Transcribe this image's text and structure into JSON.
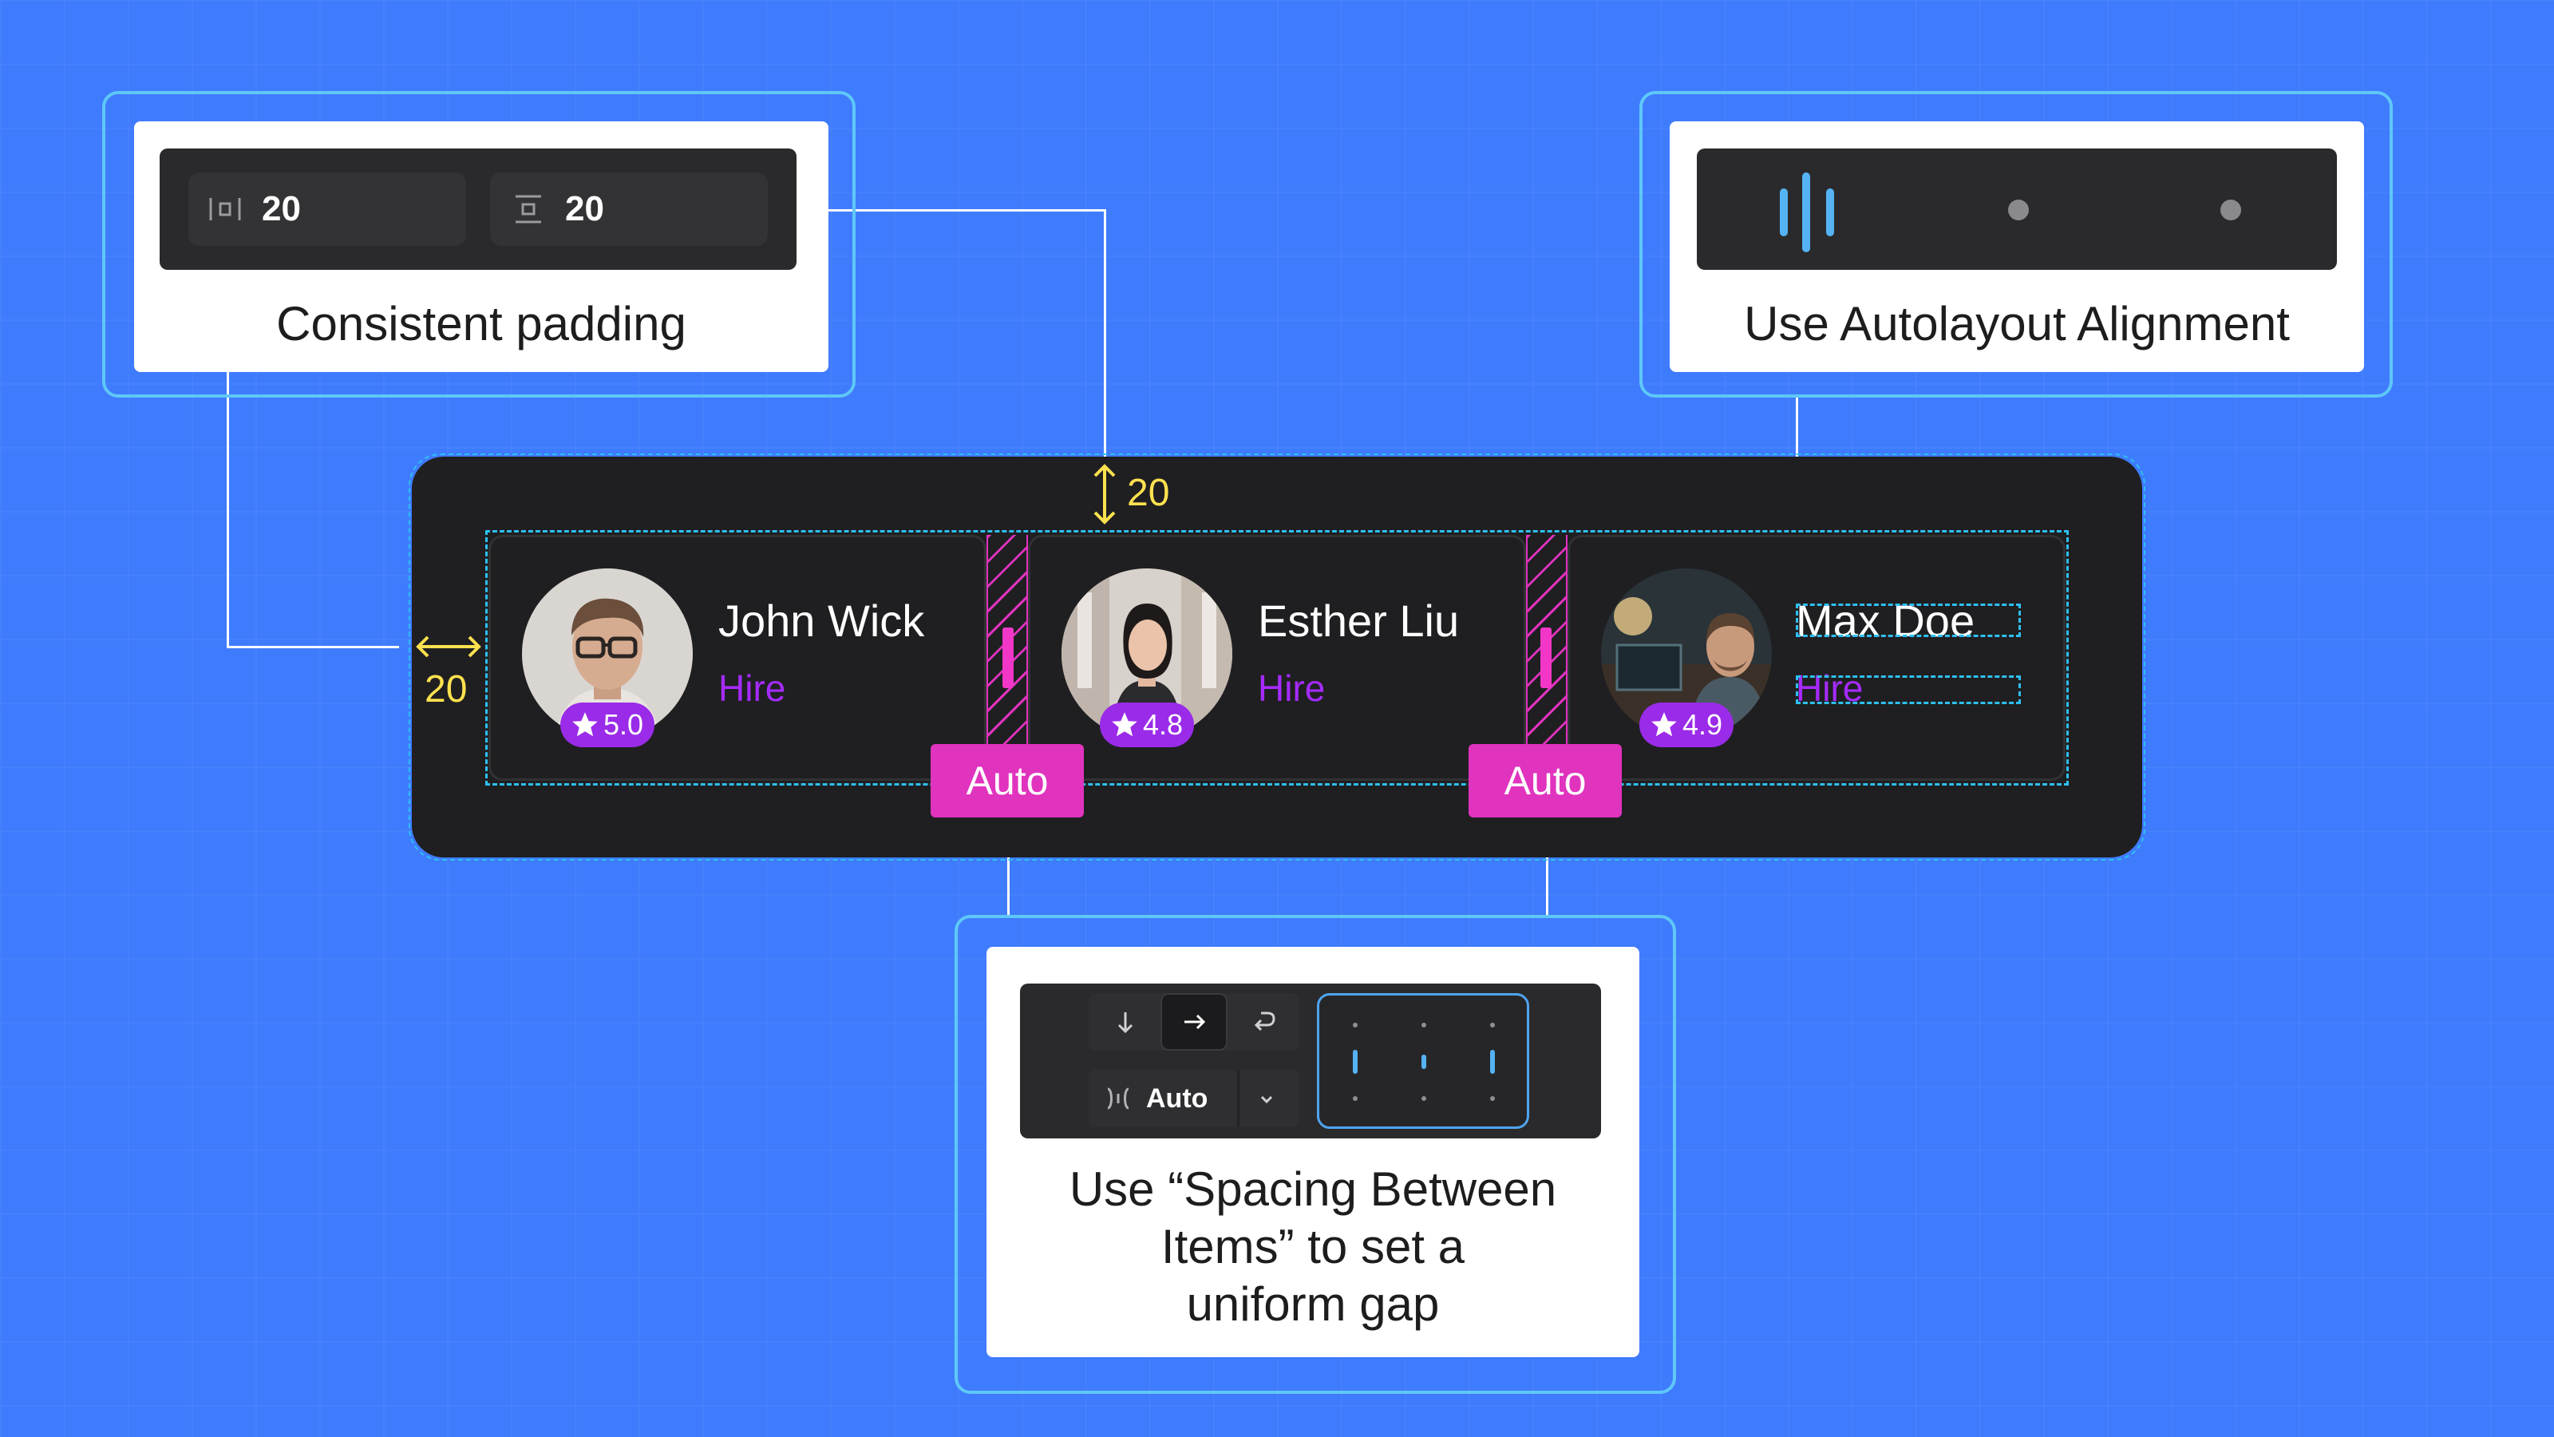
{
  "callouts": {
    "padding": {
      "caption": "Consistent padding",
      "horizontal_padding_value": "20",
      "vertical_padding_value": "20",
      "horizontal_icon": "horizontal-padding-icon",
      "vertical_icon": "vertical-padding-icon"
    },
    "alignment": {
      "caption": "Use Autolayout Alignment",
      "icon": "align-left-bars-icon"
    },
    "spacing": {
      "caption_line1": "Use “Spacing Between",
      "caption_line2": "Items” to set a",
      "caption_line3": "uniform gap",
      "direction_icons": [
        "arrow-down-icon",
        "arrow-right-icon",
        "wrap-icon"
      ],
      "active_direction": "arrow-right-icon",
      "spacing_value": "Auto",
      "spacing_icon": "spacing-between-icon",
      "dropdown_icon": "chevron-down-icon"
    }
  },
  "component": {
    "top_padding_label": "20",
    "left_padding_label": "20",
    "gap_labels": [
      "Auto",
      "Auto"
    ],
    "cards": [
      {
        "name": "John Wick",
        "action": "Hire",
        "rating": "5.0"
      },
      {
        "name": "Esther Liu",
        "action": "Hire",
        "rating": "4.8"
      },
      {
        "name": "Max Doe",
        "action": "Hire",
        "rating": "4.9"
      }
    ]
  },
  "colors": {
    "background": "#3F7BFD",
    "callout_border": "#5EC8F7",
    "component_bg": "#1F1F21",
    "accent_magenta": "#E033BE",
    "rating_purple": "#9A2BE8",
    "hire_purple": "#A52BFF",
    "measure_yellow": "#FFE14F",
    "selection_cyan": "#2EC0F2"
  }
}
